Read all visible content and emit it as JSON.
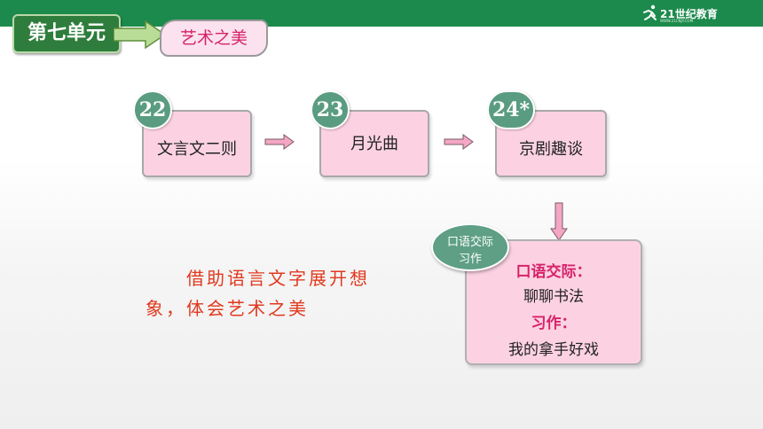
{
  "header": {
    "unit_label": "第七单元",
    "theme_label": "艺术之美",
    "logo_text": "21世纪教育",
    "logo_subtext": "WWW.21CNJY.COM",
    "brand_color": "#1c8a4c"
  },
  "lessons": [
    {
      "number": "22",
      "title": "文言文二则"
    },
    {
      "number": "23",
      "title": "月光曲"
    },
    {
      "number": "24*",
      "title": "京剧趣谈"
    }
  ],
  "oral": {
    "circle_line1": "口语交际",
    "circle_line2": "习作",
    "oral_heading": "口语交际：",
    "oral_topic": "聊聊书法",
    "writing_heading": "习作：",
    "writing_topic": "我的拿手好戏"
  },
  "goal": {
    "line1": "借助语言文字展开想",
    "line2": "象，体会艺术之美"
  },
  "colors": {
    "box_fill": "#fcd2e2",
    "badge_green": "#5a9c82",
    "highlight_pink": "#d6236a",
    "goal_red": "#e0391e"
  }
}
